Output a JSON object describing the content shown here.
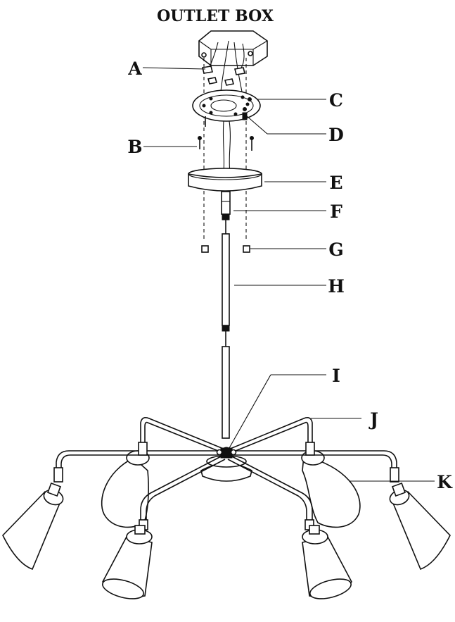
{
  "title": "OUTLET BOX",
  "callouts": {
    "A": "A",
    "B": "B",
    "C": "C",
    "D": "D",
    "E": "E",
    "F": "F",
    "G": "G",
    "H": "H",
    "I": "I",
    "J": "J",
    "K": "K"
  }
}
